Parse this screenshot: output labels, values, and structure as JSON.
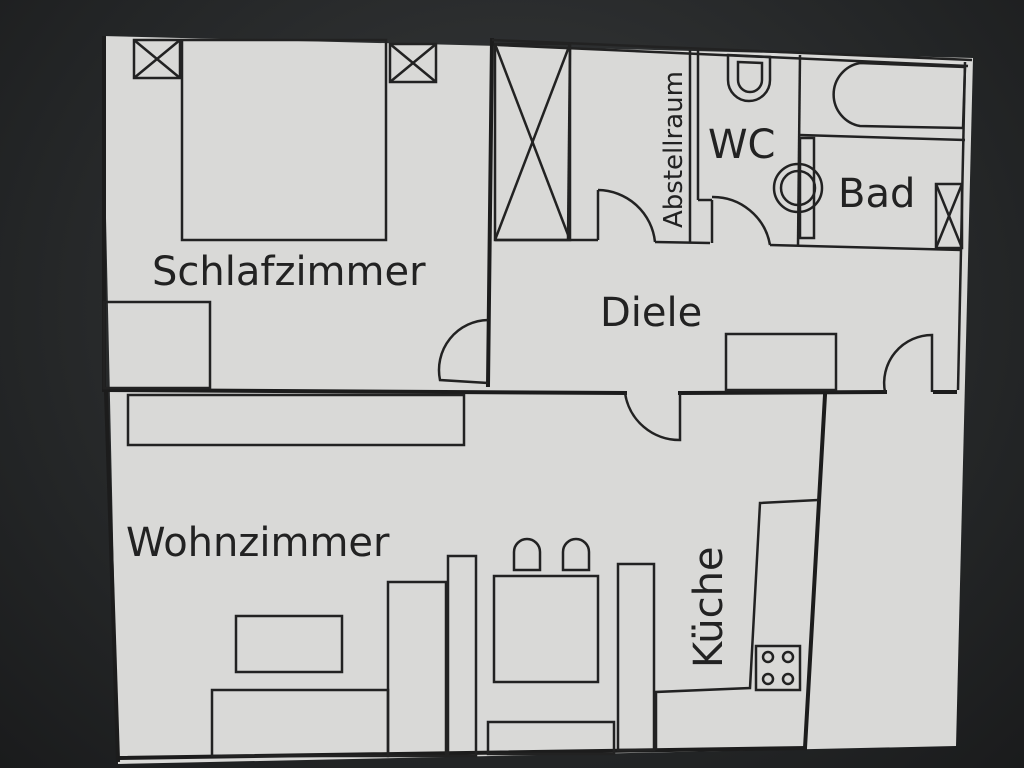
{
  "floorplan": {
    "rooms": {
      "schlafzimmer": "Schlafzimmer",
      "abstellraum": "Abstellraum",
      "wc": "WC",
      "bad": "Bad",
      "diele": "Diele",
      "wohnzimmer": "Wohnzimmer",
      "kueche": "Küche"
    },
    "colors": {
      "paper": "#d9d9d7",
      "lines": "#1c1c1c",
      "screen": "#2a2c2e"
    }
  }
}
